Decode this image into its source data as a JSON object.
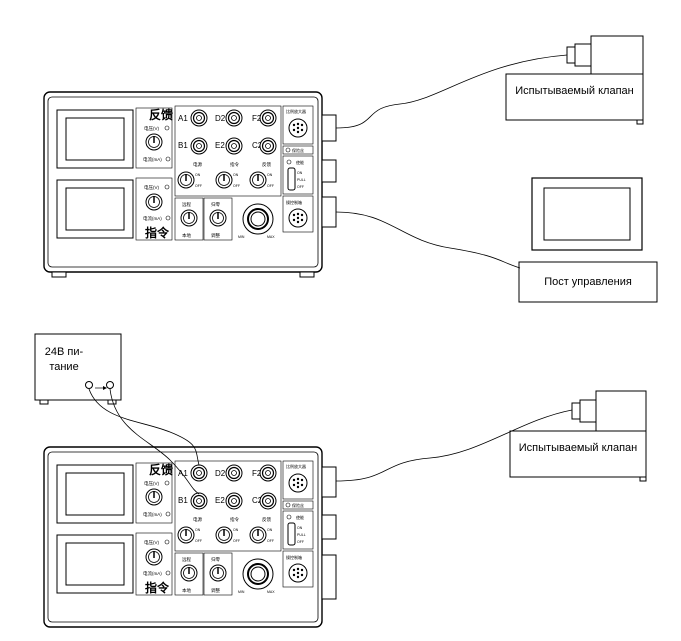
{
  "figure_top": {
    "device_labels": {
      "feedback": "反馈",
      "command": "指令",
      "voltage_v": "电压(V)",
      "current_ma": "电流(mA)",
      "power": "电源",
      "command_small": "指令",
      "feedback_small": "反馈",
      "remote": "远程",
      "local": "本地",
      "zero": "归零",
      "adjust": "调整",
      "on": "ON",
      "off": "OFF",
      "min": "MIN",
      "max": "MAX",
      "amp": "比例放大器",
      "fuse": "保险丝",
      "control_box": "操控制箱",
      "enable": "使能",
      "pull": "PULL"
    },
    "ports": [
      "A1",
      "B1",
      "D2",
      "E2",
      "F2",
      "C2"
    ],
    "valve_label": "Испытываемый клапан",
    "panel_label": "Пост управления"
  },
  "figure_bottom": {
    "power_label": "24В пи-тание",
    "valve_label": "Испытываемый клапан"
  }
}
